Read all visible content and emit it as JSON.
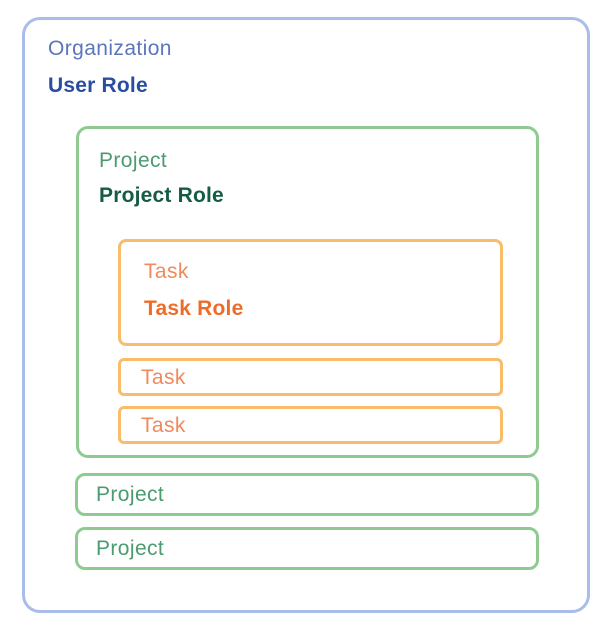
{
  "diagram": {
    "type": "nested-role-hierarchy",
    "organization": {
      "label": "Organization",
      "role": "User Role",
      "projects": [
        {
          "label": "Project",
          "role": "Project Role",
          "tasks": [
            {
              "label": "Task",
              "role": "Task Role"
            },
            {
              "label": "Task"
            },
            {
              "label": "Task"
            }
          ]
        },
        {
          "label": "Project"
        },
        {
          "label": "Project"
        }
      ]
    }
  },
  "colors": {
    "organization_border": "#a9bde9",
    "organization_label": "#5b76bd",
    "organization_role": "#2a4da3",
    "project_border": "#8fca91",
    "project_label": "#4c9b70",
    "project_role": "#155c43",
    "task_border": "#f7bd6a",
    "task_label": "#f08a5c",
    "task_role": "#ee6b28",
    "background": "#ffffff"
  }
}
